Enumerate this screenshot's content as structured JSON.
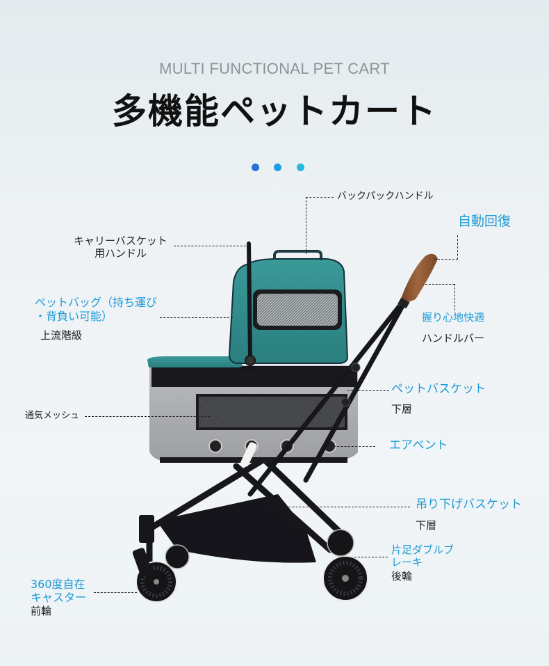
{
  "header": {
    "subtitle": "MULTI FUNCTIONAL PET CART",
    "title": "多機能ペットカート",
    "dots": [
      "#2a72d9",
      "#1f9fe0",
      "#27b9e0"
    ]
  },
  "labels": {
    "backpack_handle": "バックパックハンドル",
    "auto_recovery": "自動回復",
    "carrier_handle_1": "キャリーバスケット",
    "carrier_handle_2": "用ハンドル",
    "pet_bag_1": "ペットバッグ（持ち運び",
    "pet_bag_2": "・背負い可能）",
    "upper_level": "上流階級",
    "comfort_grip": "握り心地快適",
    "handlebar": "ハンドルバー",
    "pet_basket": "ペットバスケット",
    "pet_basket_sub": "下層",
    "vent_mesh": "通気メッシュ",
    "air_vent": "エアベント",
    "hanging_basket": "吊り下げバスケット",
    "hanging_basket_sub": "下層",
    "brake_1": "片足ダブルブ",
    "brake_2": "レーキ",
    "rear_wheel": "後輪",
    "caster_1": "360度自在",
    "caster_2": "キャスター",
    "front_wheel": "前輪"
  },
  "colors": {
    "accent_blue": "#1c9ad6",
    "bag_teal": "#2d8a8a",
    "basket_gray": "#a9abae",
    "frame_black": "#16161a",
    "handle_brown": "#8a5634"
  }
}
